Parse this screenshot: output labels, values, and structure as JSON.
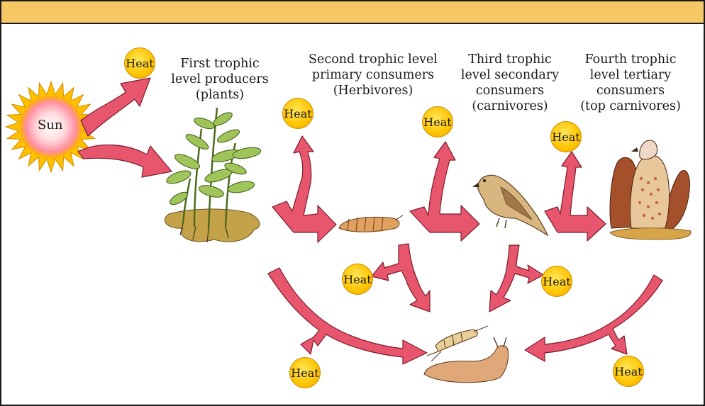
{
  "labels": {
    "sun": "Sun",
    "heat": "Heat",
    "first_line1": "First trophic",
    "first_line2": "level producers",
    "first_line3": "(plants)",
    "second_line1": "Second trophic level",
    "second_line2": "primary consumers",
    "second_line3": "(Herbivores)",
    "third_line1": "Third trophic",
    "third_line2": "level  secondary",
    "third_line3": "consumers",
    "third_line4": "(carnivores)",
    "fourth_line1": "Fourth trophic",
    "fourth_line2": "level tertiary",
    "fourth_line3": "consumers",
    "fourth_line4": "(top carnivores)"
  },
  "colors": {
    "band": "#f8c765",
    "arrow": "#e8566e",
    "arrow_outline": "#7a1d2c",
    "heat_fill": "#ffc400",
    "sun_ray": "#ffc000",
    "sun_glow": "#ff8fa0"
  },
  "icons": [
    "sun-icon",
    "plant-icon",
    "caterpillar-icon",
    "sparrow-icon",
    "vulture-icon",
    "decomposer-icon"
  ]
}
